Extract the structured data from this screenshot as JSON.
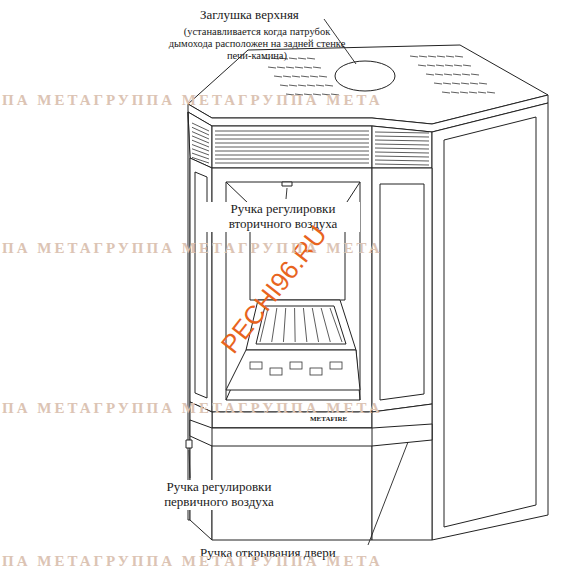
{
  "diagram": {
    "labels": [
      "Заглушка верхняя",
      "(устанавливается когда патрубок дымохода расположен на задней стенке печи-камина)",
      "Ручка регулировки вторичного воздуха",
      "Ручка регулировки первичного воздуха",
      "Ручка открывания двери",
      "METAFIRE",
      "PECHI96.RU",
      "ПА МЕТАГРУППА МЕТАГРУППА МЕТА",
      "ПА МЕТАГРУППА МЕТАГРУППА МЕТА",
      "ПА МЕТАГРУППА МЕТАГРУППА МЕТА",
      "ПА МЕТАГРУППА МЕТАГРУППА МЕТА"
    ]
  }
}
